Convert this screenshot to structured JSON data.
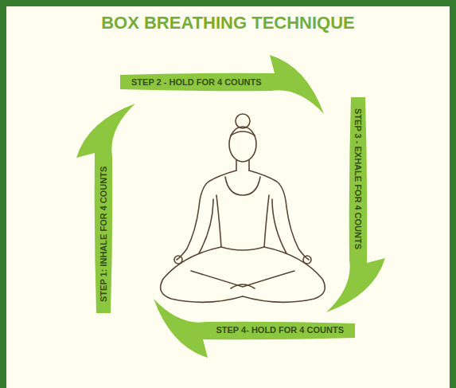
{
  "diagram": {
    "title": "BOX BREATHING TECHNIQUE",
    "nodes": [
      {
        "text": [
          "STEP 1: INHALE FOR 4 COUNTS"
        ]
      },
      {
        "text": [
          "STEP 2 - HOLD FOR 4 COUNTS"
        ]
      },
      {
        "text": [
          "STEP 3 - EXHALE FOR 4 COUNTS"
        ]
      },
      {
        "text": [
          "STEP 4- HOLD FOR 4 COUNTS"
        ]
      }
    ]
  }
}
